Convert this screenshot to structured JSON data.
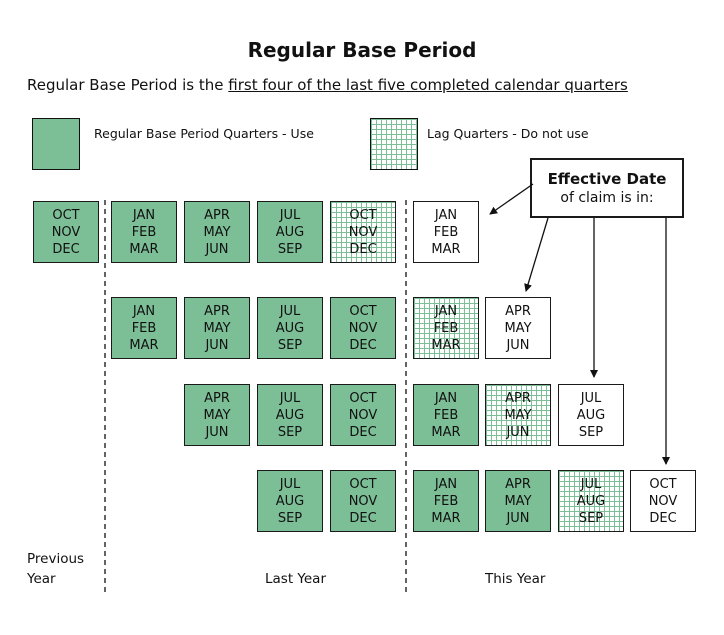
{
  "title": "Regular Base Period",
  "subtitle": {
    "prefix": "Regular Base Period is the ",
    "emphasis": "first four of the last five completed calendar quarters"
  },
  "legend": {
    "use_label": "Regular Base Period Quarters - Use",
    "lag_label": "Lag Quarters - Do not use"
  },
  "callout": {
    "title": "Effective Date",
    "subtitle": "of claim is in:"
  },
  "quarters": {
    "oct": [
      "OCT",
      "NOV",
      "DEC"
    ],
    "jan": [
      "JAN",
      "FEB",
      "MAR"
    ],
    "apr": [
      "APR",
      "MAY",
      "JUN"
    ],
    "jul": [
      "JUL",
      "AUG",
      "SEP"
    ]
  },
  "rows": [
    {
      "cells": [
        {
          "q": "oct",
          "type": "use"
        },
        {
          "q": "jan",
          "type": "use"
        },
        {
          "q": "apr",
          "type": "use"
        },
        {
          "q": "jul",
          "type": "use"
        },
        {
          "q": "oct",
          "type": "lag"
        },
        {
          "q": "jan",
          "type": "effective"
        }
      ]
    },
    {
      "cells": [
        {
          "q": "jan",
          "type": "use"
        },
        {
          "q": "apr",
          "type": "use"
        },
        {
          "q": "jul",
          "type": "use"
        },
        {
          "q": "oct",
          "type": "use"
        },
        {
          "q": "jan",
          "type": "lag"
        },
        {
          "q": "apr",
          "type": "effective"
        }
      ]
    },
    {
      "cells": [
        {
          "q": "apr",
          "type": "use"
        },
        {
          "q": "jul",
          "type": "use"
        },
        {
          "q": "oct",
          "type": "use"
        },
        {
          "q": "jan",
          "type": "use"
        },
        {
          "q": "apr",
          "type": "lag"
        },
        {
          "q": "jul",
          "type": "effective"
        }
      ]
    },
    {
      "cells": [
        {
          "q": "jul",
          "type": "use"
        },
        {
          "q": "oct",
          "type": "use"
        },
        {
          "q": "jan",
          "type": "use"
        },
        {
          "q": "apr",
          "type": "use"
        },
        {
          "q": "jul",
          "type": "lag"
        },
        {
          "q": "oct",
          "type": "effective"
        }
      ]
    }
  ],
  "axis": {
    "previous_year": [
      "Previous",
      "Year"
    ],
    "last_year": "Last Year",
    "this_year": "This Year"
  },
  "colors": {
    "use": "#7cbf97",
    "lag_grid": "#7cbf97",
    "effective": "#ffffff"
  }
}
